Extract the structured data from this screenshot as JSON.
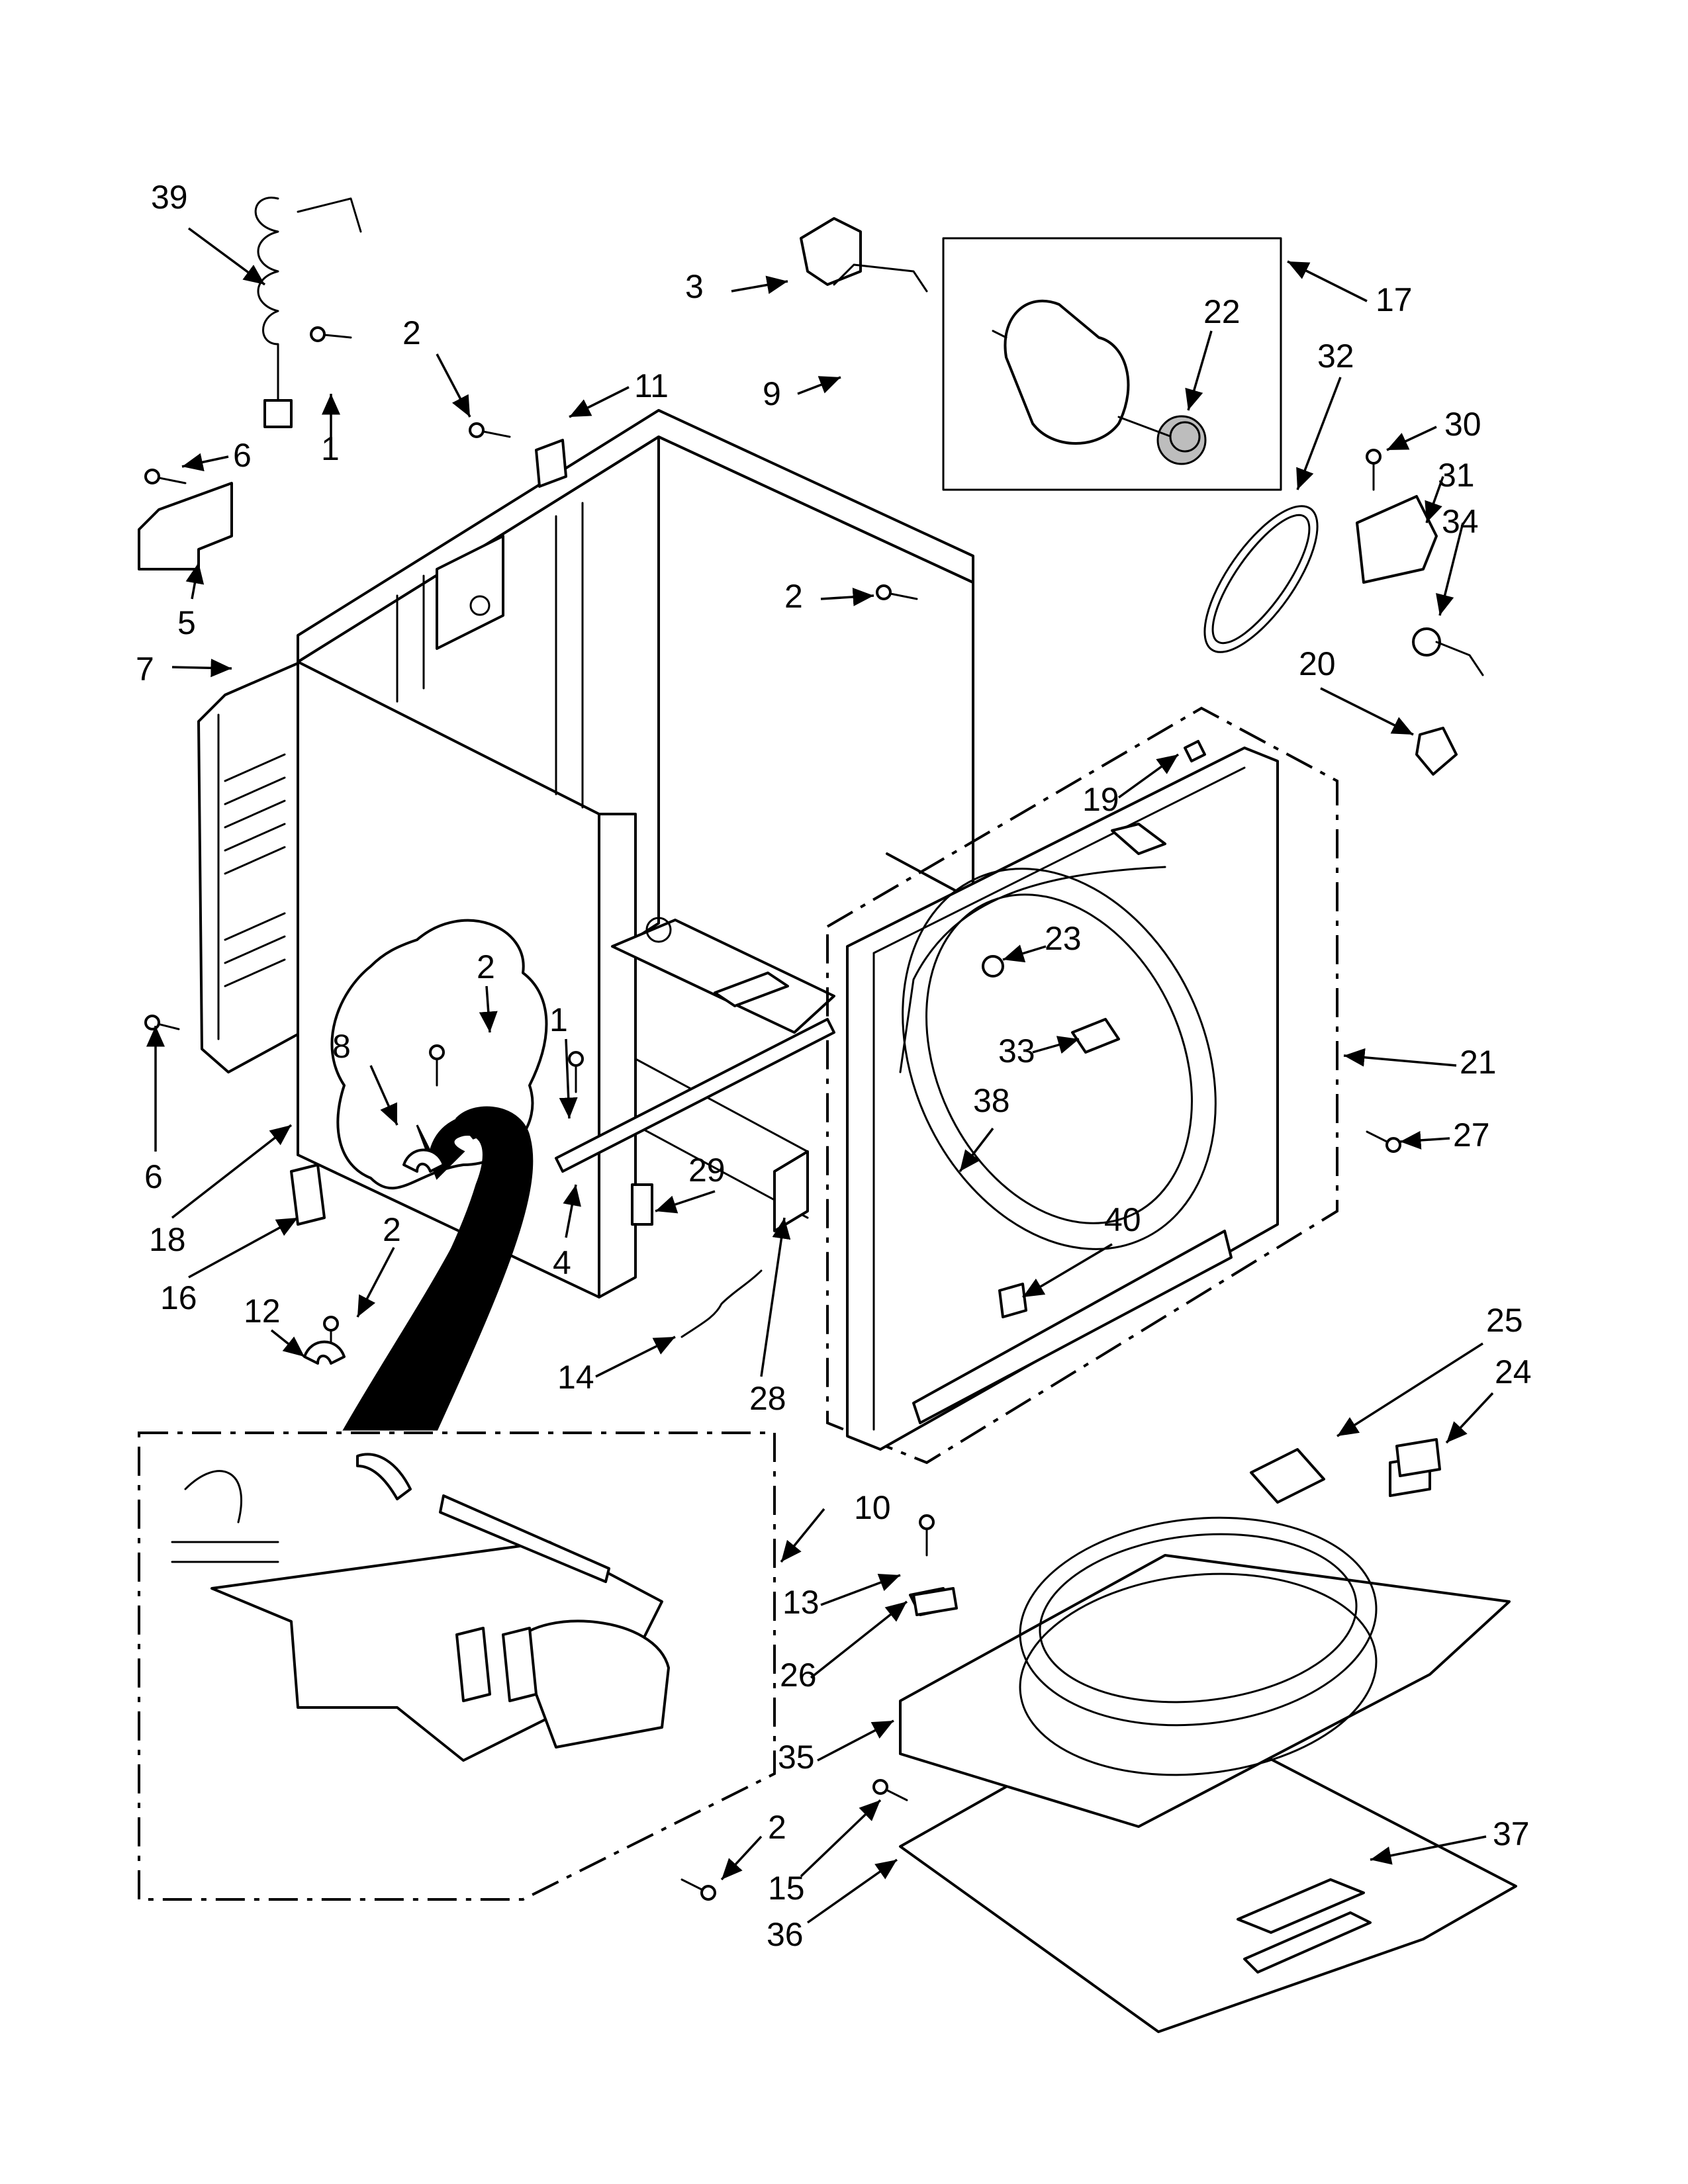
{
  "diagram": {
    "type": "exploded-parts-diagram",
    "callouts": [
      {
        "num": "39"
      },
      {
        "num": "2"
      },
      {
        "num": "11"
      },
      {
        "num": "1"
      },
      {
        "num": "6"
      },
      {
        "num": "5"
      },
      {
        "num": "7"
      },
      {
        "num": "3"
      },
      {
        "num": "9"
      },
      {
        "num": "17"
      },
      {
        "num": "22"
      },
      {
        "num": "32"
      },
      {
        "num": "30"
      },
      {
        "num": "31"
      },
      {
        "num": "34"
      },
      {
        "num": "2"
      },
      {
        "num": "20"
      },
      {
        "num": "19"
      },
      {
        "num": "23"
      },
      {
        "num": "21"
      },
      {
        "num": "33"
      },
      {
        "num": "38"
      },
      {
        "num": "27"
      },
      {
        "num": "2"
      },
      {
        "num": "8"
      },
      {
        "num": "1"
      },
      {
        "num": "6"
      },
      {
        "num": "29"
      },
      {
        "num": "18"
      },
      {
        "num": "4"
      },
      {
        "num": "40"
      },
      {
        "num": "16"
      },
      {
        "num": "2"
      },
      {
        "num": "12"
      },
      {
        "num": "14"
      },
      {
        "num": "28"
      },
      {
        "num": "25"
      },
      {
        "num": "24"
      },
      {
        "num": "10"
      },
      {
        "num": "13"
      },
      {
        "num": "26"
      },
      {
        "num": "35"
      },
      {
        "num": "2"
      },
      {
        "num": "37"
      },
      {
        "num": "15"
      },
      {
        "num": "36"
      }
    ]
  }
}
